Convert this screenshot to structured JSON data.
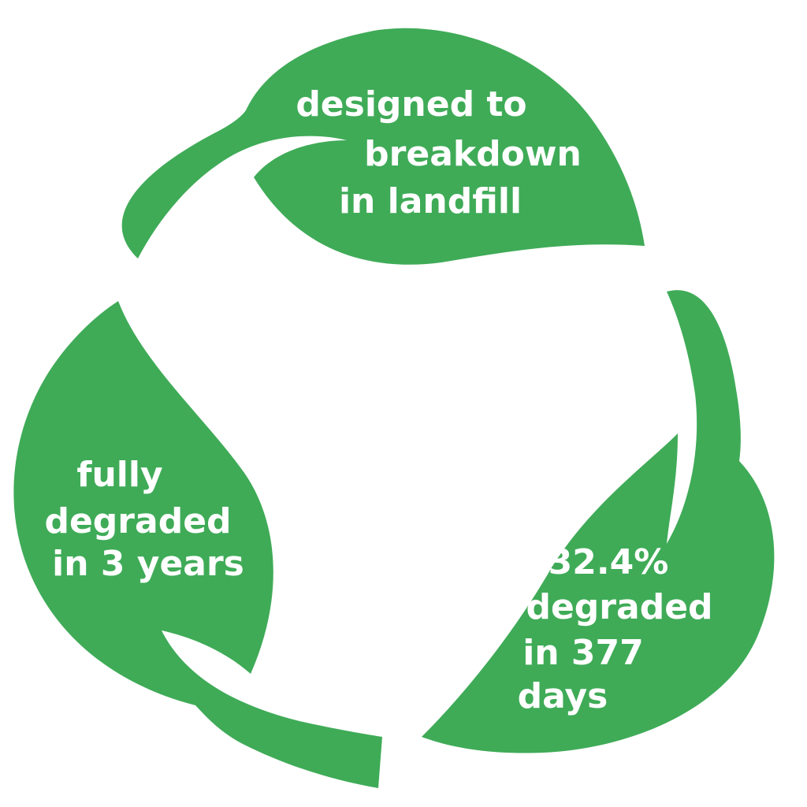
{
  "colors": {
    "leaf": "#3fab57",
    "text": "#ffffff",
    "background": "#ffffff"
  },
  "leaves": [
    {
      "name": "top-leaf",
      "lines": [
        "designed to",
        "breakdown",
        "in landfill"
      ]
    },
    {
      "name": "left-leaf",
      "lines": [
        "fully",
        "degraded",
        "in 3 years"
      ]
    },
    {
      "name": "right-leaf",
      "lines": [
        "32.4%",
        "degraded",
        "in 377",
        "days"
      ]
    }
  ]
}
